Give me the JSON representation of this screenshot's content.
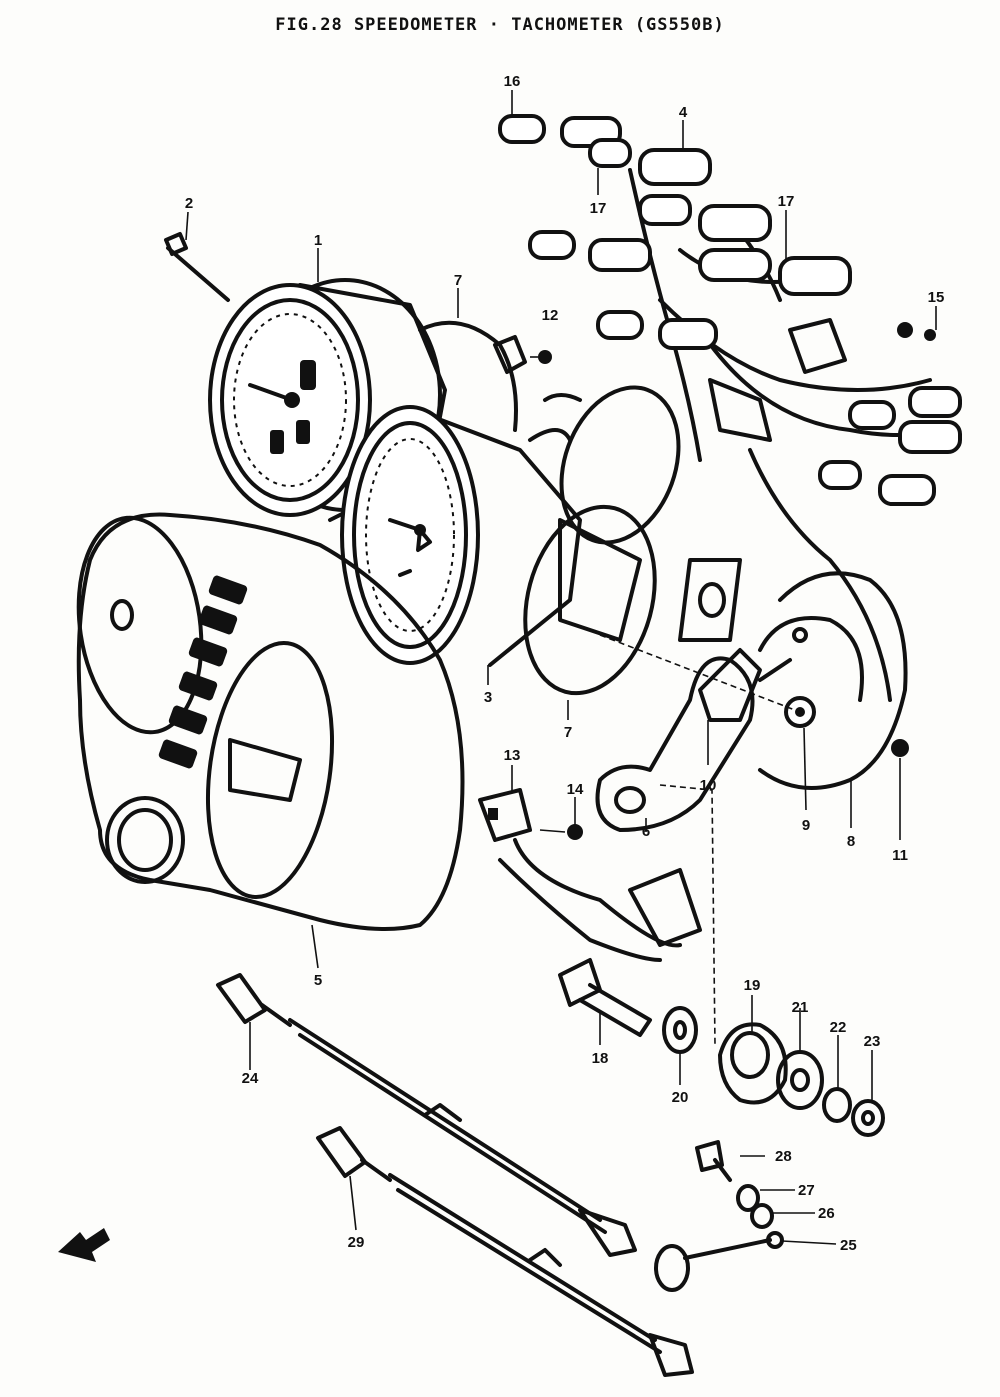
{
  "figure": {
    "title": "FIG.28  SPEEDOMETER · TACHOMETER (GS550B)"
  },
  "callouts": [
    {
      "id": "1",
      "label": "1"
    },
    {
      "id": "2",
      "label": "2"
    },
    {
      "id": "3",
      "label": "3"
    },
    {
      "id": "4",
      "label": "4"
    },
    {
      "id": "5",
      "label": "5"
    },
    {
      "id": "6",
      "label": "6"
    },
    {
      "id": "7a",
      "label": "7"
    },
    {
      "id": "7b",
      "label": "7"
    },
    {
      "id": "8",
      "label": "8"
    },
    {
      "id": "9",
      "label": "9"
    },
    {
      "id": "10",
      "label": "10"
    },
    {
      "id": "11",
      "label": "11"
    },
    {
      "id": "12",
      "label": "12"
    },
    {
      "id": "13",
      "label": "13"
    },
    {
      "id": "14",
      "label": "14"
    },
    {
      "id": "15",
      "label": "15"
    },
    {
      "id": "16",
      "label": "16"
    },
    {
      "id": "17a",
      "label": "17"
    },
    {
      "id": "17b",
      "label": "17"
    },
    {
      "id": "18",
      "label": "18"
    },
    {
      "id": "19",
      "label": "19"
    },
    {
      "id": "20",
      "label": "20"
    },
    {
      "id": "21",
      "label": "21"
    },
    {
      "id": "22",
      "label": "22"
    },
    {
      "id": "23",
      "label": "23"
    },
    {
      "id": "24",
      "label": "24"
    },
    {
      "id": "25",
      "label": "25"
    },
    {
      "id": "26",
      "label": "26"
    },
    {
      "id": "27",
      "label": "27"
    },
    {
      "id": "28",
      "label": "28"
    },
    {
      "id": "29",
      "label": "29"
    }
  ]
}
